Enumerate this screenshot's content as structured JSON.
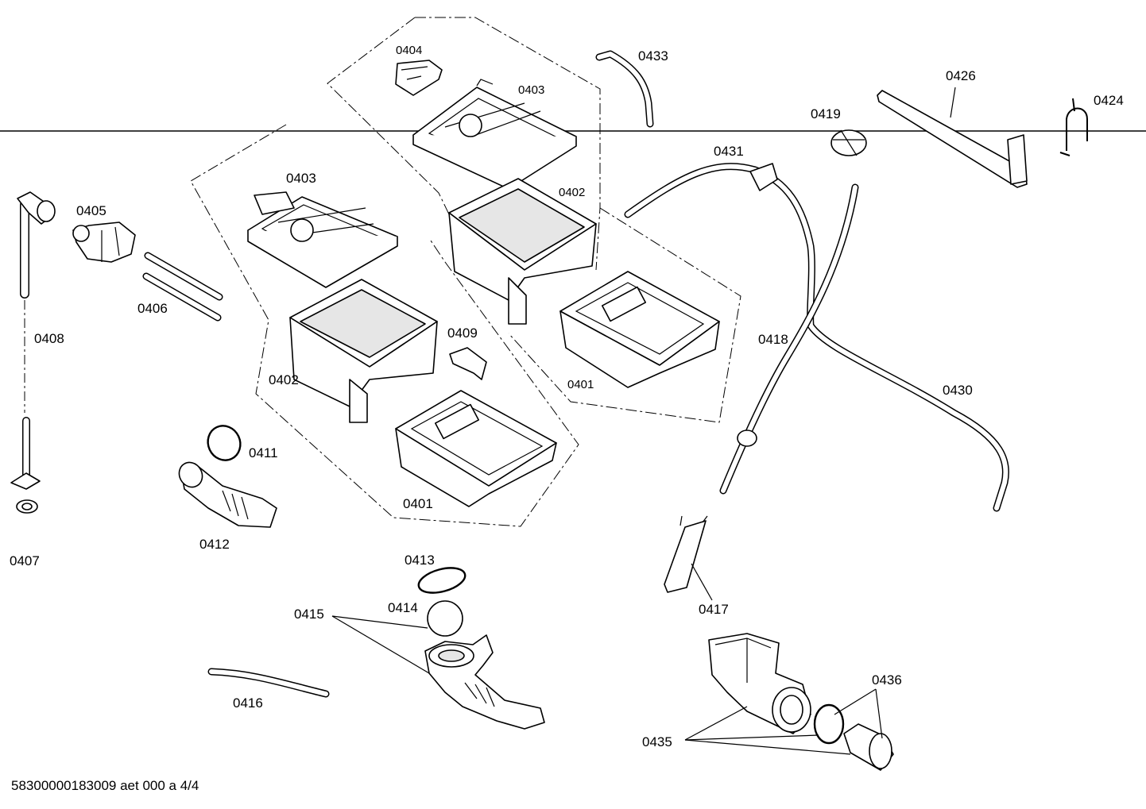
{
  "labels": {
    "p0401a": "0401",
    "p0401b": "0401",
    "p0402a": "0402",
    "p0402b": "0402",
    "p0403a": "0403",
    "p0403b": "0403",
    "p0404": "0404",
    "p0405": "0405",
    "p0406": "0406",
    "p0407": "0407",
    "p0408": "0408",
    "p0409": "0409",
    "p0411": "0411",
    "p0412": "0412",
    "p0413": "0413",
    "p0414": "0414",
    "p0415": "0415",
    "p0416": "0416",
    "p0417": "0417",
    "p0418": "0418",
    "p0419": "0419",
    "p0424": "0424",
    "p0426": "0426",
    "p0430": "0430",
    "p0431": "0431",
    "p0433": "0433",
    "p0435": "0435",
    "p0436": "0436"
  },
  "footer": "58300000183009 aet 000 a 4/4"
}
